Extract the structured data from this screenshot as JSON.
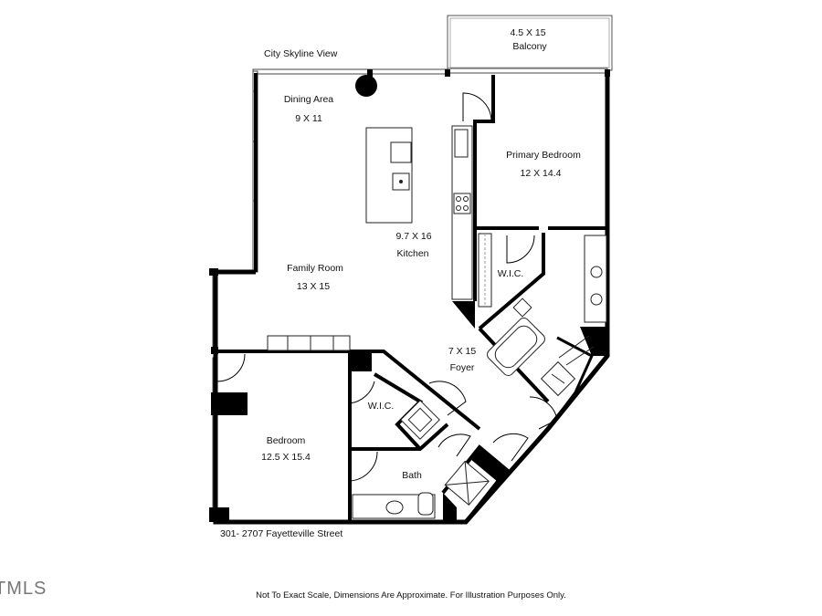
{
  "labels": {
    "view": "City Skyline View",
    "balcony_dim": "4.5 X 15",
    "balcony": "Balcony",
    "dining": "Dining Area",
    "dining_dim": "9 X 11",
    "primary_bedroom": "Primary Bedroom",
    "primary_bedroom_dim": "12 X 14.4",
    "kitchen_dim": "9.7 X 16",
    "kitchen": "Kitchen",
    "family_room": "Family Room",
    "family_room_dim": "13 X 15",
    "wic_primary": "W.I.C.",
    "foyer_dim": "7 X 15",
    "foyer": "Foyer",
    "wic_bedroom": "W.I.C.",
    "bedroom": "Bedroom",
    "bedroom_dim": "12.5 X 15.4",
    "bath": "Bath"
  },
  "footer": {
    "address": "301- 2707 Fayetteville Street",
    "disclaimer": "Not To Exact Scale, Dimensions Are Approximate. For Illustration Purposes Only.",
    "logo": "TMLS"
  }
}
